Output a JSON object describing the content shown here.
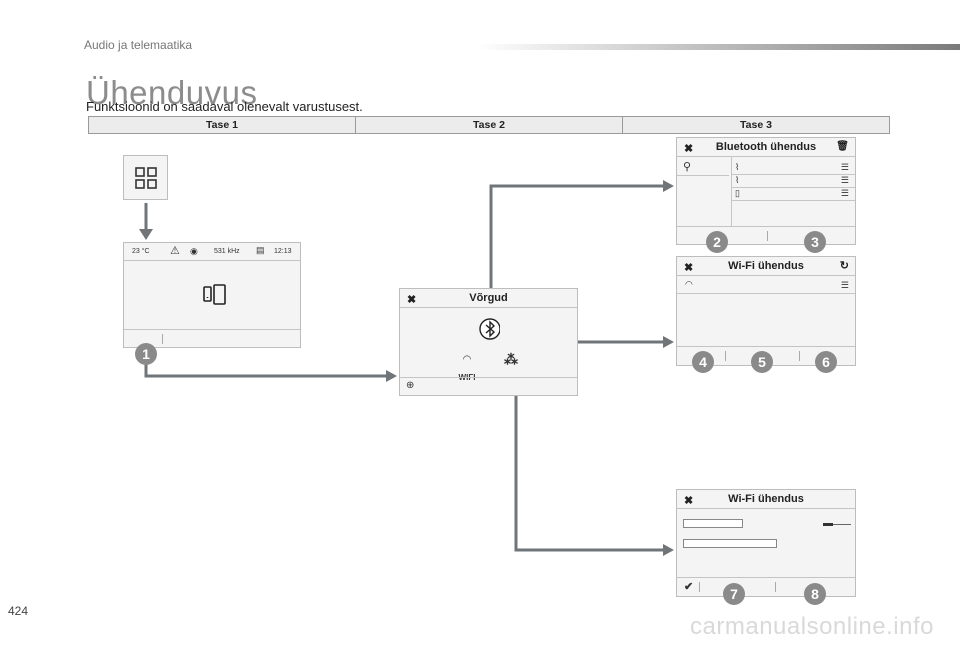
{
  "header": {
    "section": "Audio ja telemaatika",
    "title": "Ühenduvus",
    "subtitle": "Funktsioonid on saadaval olenevalt varustusest."
  },
  "levels": [
    "Tase 1",
    "Tase 2",
    "Tase 3"
  ],
  "home_screen": {
    "temp": "23 °C",
    "freq": "531 kHz",
    "time": "12:13"
  },
  "panels": {
    "vorgud": {
      "title": "Võrgud",
      "wifi_label": "WIFI"
    },
    "bluetooth": {
      "title": "Bluetooth ühendus"
    },
    "wifi1": {
      "title": "Wi-Fi ühendus"
    },
    "wifi2": {
      "title": "Wi-Fi ühendus"
    }
  },
  "badges": [
    "1",
    "2",
    "3",
    "4",
    "5",
    "6",
    "7",
    "8"
  ],
  "page_number": "424",
  "watermark": "carmanualsonline.info",
  "colors": {
    "connector": "#6f7578",
    "badge": "#8a8a8a",
    "panel_bg": "#f4f4f4"
  }
}
